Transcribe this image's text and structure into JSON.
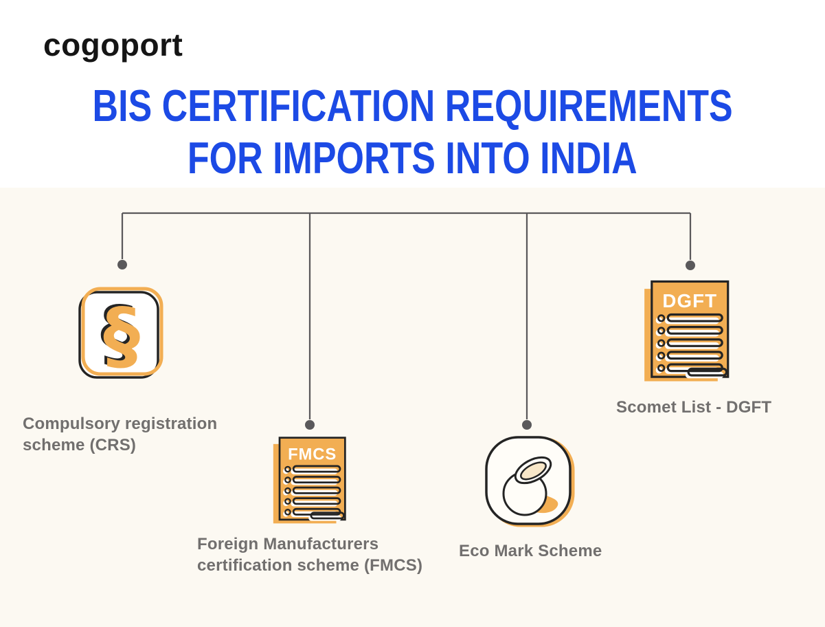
{
  "page": {
    "background": "#FCF9F2",
    "header_background": "#FFFFFF"
  },
  "brand": {
    "logo_text": "cogoport"
  },
  "title": {
    "line1": "BIS CERTIFICATION REQUIREMENTS",
    "line2": "FOR IMPORTS INTO INDIA",
    "color": "#1C4AE5"
  },
  "tree": {
    "line_color": "#5A595B",
    "branch_count": 4
  },
  "icons": {
    "bis_glyph": "§",
    "accent_orange": "#F2AE53",
    "outline_black": "#242424"
  },
  "items": [
    {
      "name": "crs",
      "icon": "bis-standard-mark-icon",
      "label_line1": "Compulsory registration",
      "label_line2": "scheme (CRS)"
    },
    {
      "name": "fmcs",
      "icon": "fmcs-document-icon",
      "badge": "FMCS",
      "label_line1": "Foreign Manufacturers",
      "label_line2": "certification scheme (FMCS)"
    },
    {
      "name": "eco",
      "icon": "eco-mark-pot-icon",
      "label_line1": "Eco Mark Scheme"
    },
    {
      "name": "dgft",
      "icon": "dgft-document-icon",
      "badge": "DGFT",
      "label_line1": "Scomet List - DGFT"
    }
  ],
  "label_text_color": "#716F6E"
}
